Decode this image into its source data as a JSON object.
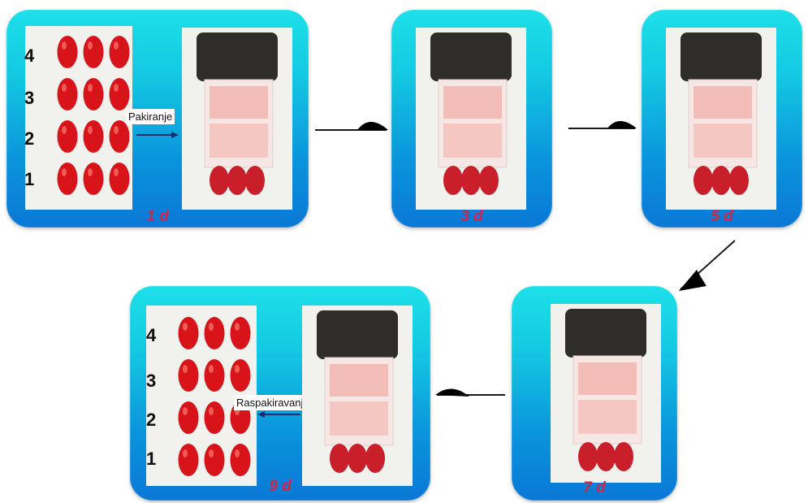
{
  "steps": [
    {
      "day_label": "1 d"
    },
    {
      "day_label": "3 d"
    },
    {
      "day_label": "5 d"
    },
    {
      "day_label": "7 d"
    },
    {
      "day_label": "9 d"
    }
  ],
  "row_numbers": [
    "4",
    "3",
    "2",
    "1"
  ],
  "callouts": {
    "packing": "Pakiranje",
    "unpacking": "Raspakiravanje"
  },
  "colors": {
    "panel_top": "#1ce0e8",
    "panel_bottom": "#0a78d6",
    "day_label": "#d1264a",
    "tomato": "#d8141a",
    "absorber_pad": "#2e2d2a"
  }
}
